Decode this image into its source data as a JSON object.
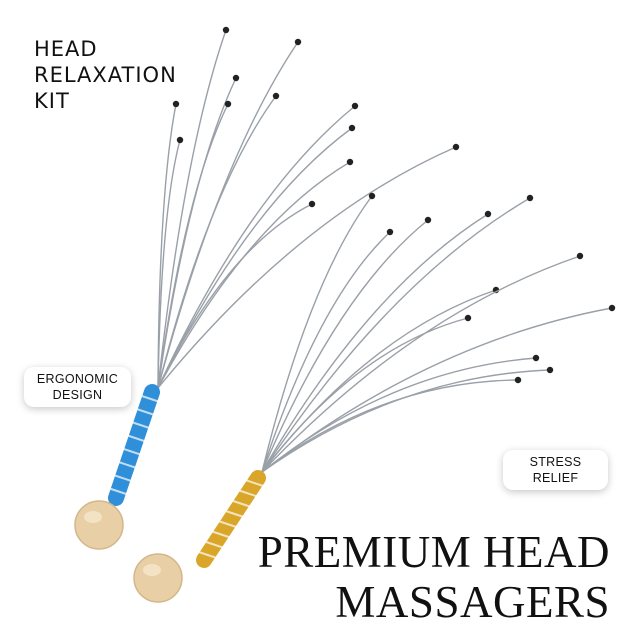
{
  "kit_title": [
    "HEAD",
    "RELAXATION",
    "KIT"
  ],
  "badges": {
    "ergonomic": [
      "ERGONOMIC",
      "DESIGN"
    ],
    "stress": [
      "STRESS",
      "RELIEF"
    ]
  },
  "main_title": [
    "PREMIUM HEAD",
    "MASSAGERS"
  ],
  "colors": {
    "wire": "#9aa0a8",
    "wire_tip": "#222222",
    "handle_blue": "#2f8fd8",
    "handle_gold": "#d9a62a",
    "wood": "#e8cfa6",
    "text": "#111111"
  },
  "icons": [
    "head-massager-blue",
    "head-massager-gold"
  ]
}
